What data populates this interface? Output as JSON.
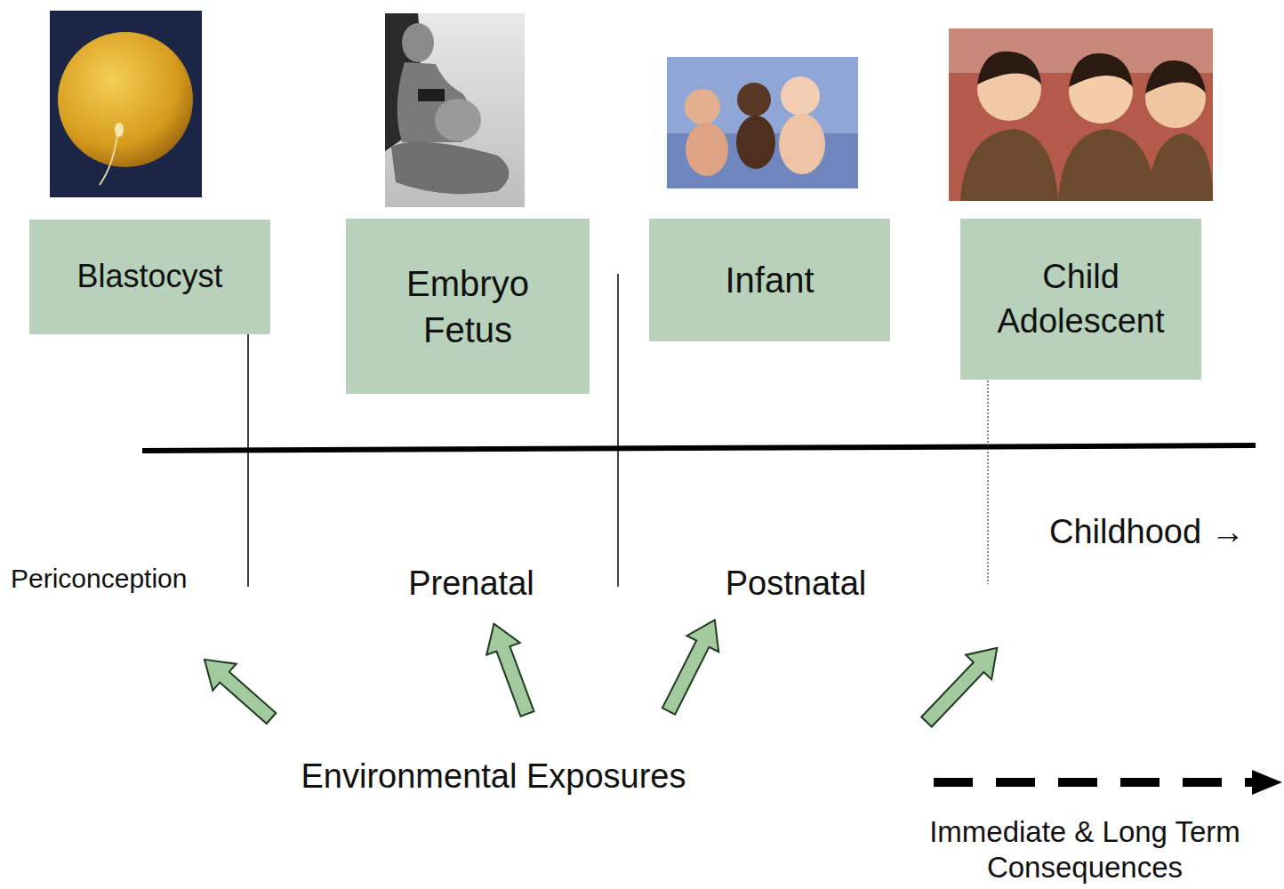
{
  "diagram": {
    "nodes": [
      {
        "text": [
          "Blastocyst"
        ]
      },
      {
        "text": [
          "Embryo Fetus"
        ]
      },
      {
        "text": [
          "Infant"
        ]
      },
      {
        "text": [
          "Child Adolescent"
        ]
      }
    ],
    "labels": [
      "Periconception",
      "Prenatal",
      "Postnatal",
      "Childhood →",
      "Environmental Exposures",
      "Immediate & Long Term Consequences"
    ]
  }
}
